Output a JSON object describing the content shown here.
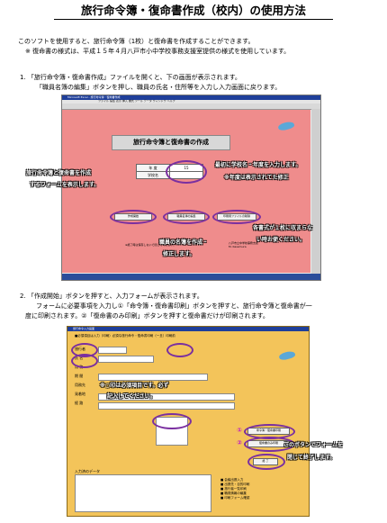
{
  "title": "旅行命令簿・復命書作成（校内）の使用方法",
  "intro": {
    "line1": "このソフトを使用すると、旅行命令簿（1枚）と復命書を作成することができます。",
    "line2": "※ 復命書の様式は、平成１５年４月八戸市小中学校事務支援室提供の様式を使用しています。"
  },
  "step1": {
    "heading": "1. 「旅行命令簿・復命書作成」ファイルを開くと、下の画面が表示されます。",
    "sub": "「職員名簿の編集」ボタンを押し、職員の氏名・住所等を入力し入力画面に戻ります。",
    "screen": {
      "window_title": "Microsoft Excel - 旅行命令簿・復命書作成",
      "menu": "ファイル 編集 表示 挿入 書式 ツール データ ウィンドウ ヘルプ",
      "header_text": "旅行命令簿と復命書の作成",
      "year_label": "年 度",
      "school_label": "学校名",
      "year_value": "15",
      "btn_create": "作成開始",
      "btn_roster": "職員名簿の編集",
      "btn_delete": "印刷用ファイルの削除",
      "footer_note": "※終了時は保存しないで閉じてください。",
      "credit_line1": "八戸市立中学校事務支援",
      "credit_line2": "M. Kasamura"
    },
    "callouts": {
      "left": "旅行命令簿と復命書を作成",
      "left2": "するフォームを表示します。",
      "right1": "最初に学校名・年度を入力します。",
      "right2": "※年度は表示されてた修正",
      "bottom_mid1": "職員の名簿を作成・",
      "bottom_mid2": "修正します。",
      "bottom_right1": "各書式が１枚に収まらな",
      "bottom_right2": "い時お使ください。"
    }
  },
  "step2": {
    "heading": "2. 「作成開始」ボタンを押すと、入力フォームが表示されます。",
    "sub1": "フォームに必要事項を入力し①「命令簿・復命書印刷」ボタンを押すと、旅行命令簿と復命書が一",
    "sub2": "度に印刷されます。②「復命書のみ印刷」ボタンを押すと復命書だけが印刷されます。",
    "form": {
      "window_title": "旅行命令入力画面",
      "note": "■必須項目は入力（印刷）必須な旅行命令・復命書印刷（一旦）印刷前",
      "field_labels": [
        "旅行者",
        "氏 名",
        "用 務",
        "期 間",
        "用務先",
        "発着地",
        "経 路"
      ],
      "btn1": "命令簿・復命書印刷",
      "btn2": "復命書のみ印刷",
      "btn_end": "終 了",
      "list_header": "入力済のデータ",
      "right_opts": [
        "■ 会議出張入力",
        "■ 出張先・目的印刷",
        "■ 旅行者一覧印刷",
        "■ 職員情報の編集",
        "■ 印刷フォーム確認"
      ],
      "num1": "①",
      "num2": "②"
    },
    "callouts": {
      "a1": "※○印は必須項目です。必ず",
      "a2": "記入してください。",
      "end1": "このボタンでフォームを",
      "end2": "閉じて終了します。"
    }
  },
  "colors": {
    "screen_bg": "#ef8c8c",
    "form_bg": "#f3c45a",
    "titlebar": "#1f3f9a",
    "ellipse": "#7a2fa0"
  }
}
